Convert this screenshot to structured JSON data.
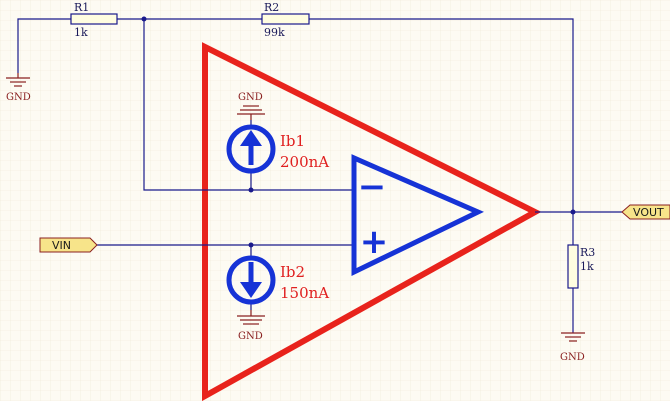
{
  "components": {
    "r1": {
      "ref": "R1",
      "value": "1k"
    },
    "r2": {
      "ref": "R2",
      "value": "99k"
    },
    "r3": {
      "ref": "R3",
      "value": "1k"
    },
    "ib1": {
      "ref": "Ib1",
      "value": "200nA"
    },
    "ib2": {
      "ref": "Ib2",
      "value": "150nA"
    }
  },
  "ground_label": "GND",
  "ports": {
    "vin": "VIN",
    "vout": "VOUT"
  },
  "opamp": {
    "minus": "−",
    "plus": "+"
  },
  "colors": {
    "wire": "#1a1a8c",
    "outer_triangle": "#e8231c",
    "opamp": "#1633d6",
    "ground": "#8a2020",
    "port_fill": "#f7e48a",
    "label_red": "#e02020"
  }
}
